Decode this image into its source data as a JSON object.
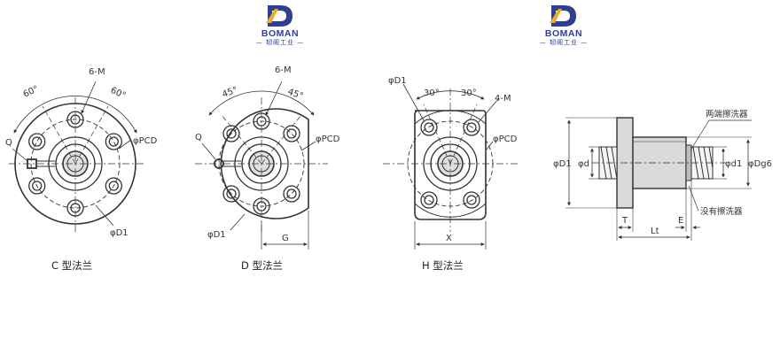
{
  "logos": [
    {
      "brand": "BOMAN",
      "sub": "— 韧阁工业 —"
    },
    {
      "brand": "BOMAN",
      "sub": "— 韧阁工业 —"
    }
  ],
  "captions": {
    "c_type": "C 型法兰",
    "d_type": "D 型法兰",
    "h_type": "H 型法兰"
  },
  "labels": {
    "c": {
      "six_m": "6-M",
      "angle_left": "60°",
      "angle_right": "60°",
      "q": "Q",
      "pcd": "φPCD",
      "d1": "φD1"
    },
    "d": {
      "six_m": "6-M",
      "angle_left": "45°",
      "angle_right": "45°",
      "q": "Q",
      "pcd": "φPCD",
      "d1": "φD1",
      "g": "G"
    },
    "h": {
      "d1": "φD1",
      "angle_left": "30°",
      "angle_right": "30°",
      "four_m": "4-M",
      "pcd": "φPCD",
      "x": "X"
    },
    "side": {
      "wiper_both": "两端擦洗器",
      "no_wiper": "没有擦洗器",
      "d1_outer": "φD1",
      "d_small": "φd",
      "d1_thread": "φd1",
      "dg6": "φDg6",
      "t": "T",
      "e": "E",
      "lt": "Lt"
    }
  },
  "colors": {
    "line": "#333333",
    "body": "#d9d9d9",
    "brand": "#2f3f8f",
    "brand_accent": "#e8b020"
  }
}
